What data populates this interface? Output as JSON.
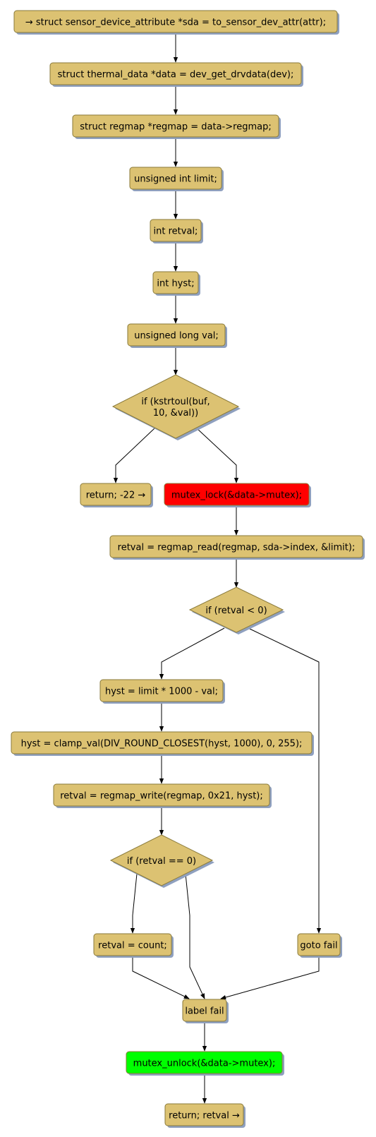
{
  "colors": {
    "node_fill": "#dcc272",
    "node_stroke": "#8a7a3a",
    "shadow": "#8fa0bf",
    "edge": "#000000",
    "highlight_red": "#ff0000",
    "highlight_green": "#00ff00"
  },
  "nodes": {
    "n1": {
      "label": "→ struct sensor_device_attribute *sda = to_sensor_dev_attr(attr);"
    },
    "n2": {
      "label": "struct thermal_data *data = dev_get_drvdata(dev);"
    },
    "n3": {
      "label": "struct regmap *regmap = data->regmap;"
    },
    "n4": {
      "label": "unsigned int limit;"
    },
    "n5": {
      "label": "int retval;"
    },
    "n6": {
      "label": "int hyst;"
    },
    "n7": {
      "label": "unsigned long val;"
    },
    "d1": {
      "label_lines": [
        "if (kstrtoul(buf,",
        "10, &val))"
      ]
    },
    "n8": {
      "label": "return; -22 →"
    },
    "n9": {
      "label": "mutex_lock(&data->mutex);"
    },
    "n10": {
      "label": "retval = regmap_read(regmap, sda->index, &limit);"
    },
    "d2": {
      "label_lines": [
        "if (retval < 0)"
      ]
    },
    "n11": {
      "label": "hyst = limit * 1000 - val;"
    },
    "n12": {
      "label": "hyst = clamp_val(DIV_ROUND_CLOSEST(hyst, 1000), 0, 255);"
    },
    "n13": {
      "label": "retval = regmap_write(regmap, 0x21, hyst);"
    },
    "d3": {
      "label_lines": [
        "if (retval == 0)"
      ]
    },
    "n14": {
      "label": "retval = count;"
    },
    "n15": {
      "label": "goto fail"
    },
    "n16": {
      "label": "label fail"
    },
    "n17": {
      "label": "mutex_unlock(&data->mutex);"
    },
    "n18": {
      "label": "return; retval →"
    }
  }
}
